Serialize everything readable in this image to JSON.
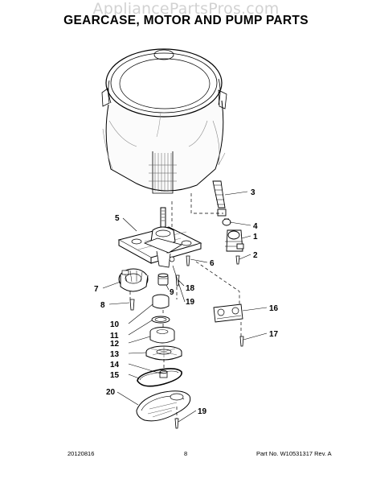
{
  "watermark": "AppliancePartsPros.com",
  "title": "GEARCASE, MOTOR AND PUMP PARTS",
  "callouts": [
    "1",
    "2",
    "3",
    "4",
    "5",
    "6",
    "7",
    "8",
    "9",
    "10",
    "11",
    "12",
    "13",
    "14",
    "15",
    "16",
    "17",
    "18",
    "19",
    "19",
    "20"
  ],
  "footer": {
    "date": "20120816",
    "page": "8",
    "part_number": "Part No. W10531317  Rev. A"
  }
}
